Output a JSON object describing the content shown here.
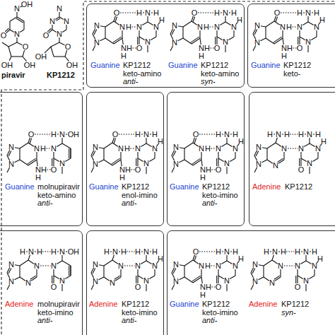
{
  "diagram": {
    "nodes": [
      {
        "text": [
          "Guanine",
          "KP1212 keto-amino anti-",
          "Guanine",
          "KP1212 keto-amino syn-"
        ]
      },
      {
        "text": [
          "Guanine",
          "KP1212 keto-"
        ]
      },
      {
        "text": [
          "Guanine",
          "molnupiravir keto-amino anti-"
        ]
      },
      {
        "text": [
          "Guanine",
          "KP1212 enol-imino anti-"
        ]
      },
      {
        "text": [
          "Guanine",
          "KP1212 keto-imino anti-"
        ]
      },
      {
        "text": [
          "Adenine",
          "KP1212"
        ]
      },
      {
        "text": [
          "Adenine",
          "molnupiravir keto-imino anti-"
        ]
      },
      {
        "text": [
          "Adenine",
          "KP1212 keto-imino anti-"
        ]
      },
      {
        "text": [
          "Guanine",
          "KP1212 keto-imino anti-",
          "Adenine",
          "KP1212 syn-"
        ]
      }
    ],
    "labels": [
      "N",
      "OH",
      "N",
      "O",
      "O",
      "OH",
      "OH",
      "N",
      "N",
      "N",
      "N",
      "O",
      "O",
      "OH",
      "OH",
      "piravir",
      "KP1212",
      "N",
      "N",
      "O",
      "N",
      "H",
      "N",
      "H",
      "H",
      "H",
      "N",
      "H",
      "N",
      "N",
      "H",
      "O",
      "N",
      "N",
      "N",
      "O",
      "N",
      "H",
      "N",
      "H",
      "H",
      "H",
      "N",
      "H",
      "N",
      "N",
      "H",
      "O",
      "N",
      "N",
      "N",
      "O",
      "N",
      "H",
      "N",
      "H",
      "H",
      "H",
      "N",
      "H",
      "N",
      "N",
      "H",
      "O",
      "N",
      "N",
      "N",
      "O",
      "N",
      "H",
      "N",
      "H",
      "H",
      "H",
      "N",
      "O",
      "H",
      "N",
      "O",
      "N",
      "N",
      "N",
      "O",
      "N",
      "H",
      "N",
      "H",
      "H",
      "H",
      "N",
      "H",
      "N",
      "N",
      "H",
      "O",
      "N",
      "N",
      "N",
      "O",
      "N",
      "H",
      "N",
      "H",
      "H",
      "H",
      "N",
      "H",
      "N",
      "N",
      "H",
      "O",
      "N",
      "N",
      "N",
      "N",
      "H",
      "H",
      "N",
      "N",
      "H",
      "N",
      "H",
      "N",
      "N",
      "H",
      "O",
      "N",
      "N",
      "N",
      "N",
      "H",
      "H",
      "N",
      "N",
      "H",
      "N",
      "O",
      "H",
      "N",
      "O",
      "N",
      "N",
      "N",
      "N",
      "H",
      "H",
      "N",
      "N",
      "H",
      "N",
      "H",
      "N",
      "N",
      "H",
      "O",
      "N",
      "N",
      "N",
      "O",
      "N",
      "H",
      "N",
      "H",
      "H",
      "H",
      "N",
      "H",
      "N",
      "N",
      "H",
      "O",
      "N",
      "N",
      "N",
      "N",
      "H",
      "H",
      "N",
      "N",
      "H",
      "N",
      "H",
      "N",
      "N",
      "H",
      "O",
      "N"
    ]
  }
}
